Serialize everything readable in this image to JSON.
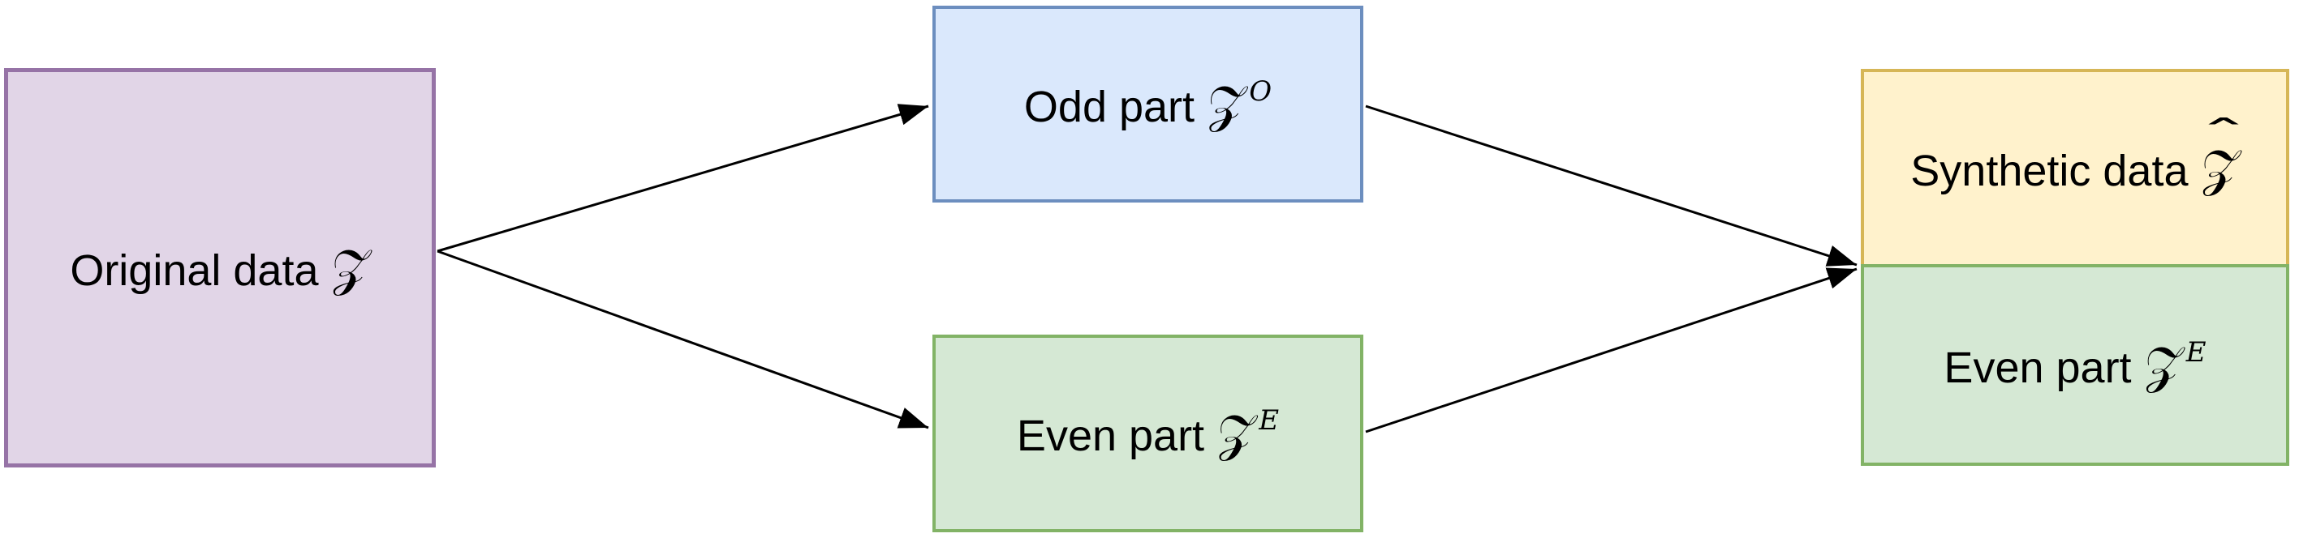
{
  "canvas": {
    "background": "#ffffff"
  },
  "arrow_style": {
    "color": "#000000",
    "head": "filled-triangle"
  },
  "symbol_fallback": "Z",
  "nodes": {
    "original": {
      "label": "Original data",
      "symbol": "𝒵",
      "fill": "#e1d5e7",
      "border": "#9673a6"
    },
    "odd": {
      "label": "Odd part",
      "symbol": "𝒵",
      "sup": "O",
      "fill": "#dae8fc",
      "border": "#6c8ebf"
    },
    "even_mid": {
      "label": "Even part",
      "symbol": "𝒵",
      "sup": "E",
      "fill": "#d5e8d4",
      "border": "#82b366"
    },
    "synthetic": {
      "label": "Synthetic data",
      "symbol": "𝒵",
      "hat": "ˆ",
      "fill": "#fff2cc",
      "border": "#d6b656"
    },
    "even_right": {
      "label": "Even part",
      "symbol": "𝒵",
      "sup": "E",
      "fill": "#d5e8d4",
      "border": "#82b366"
    }
  },
  "edges": [
    {
      "from": "Original data",
      "to": "Odd part"
    },
    {
      "from": "Original data",
      "to": "Even part"
    },
    {
      "from": "Odd part",
      "to": "Synthetic data / Even part"
    },
    {
      "from": "Even part",
      "to": "Synthetic data / Even part"
    }
  ]
}
